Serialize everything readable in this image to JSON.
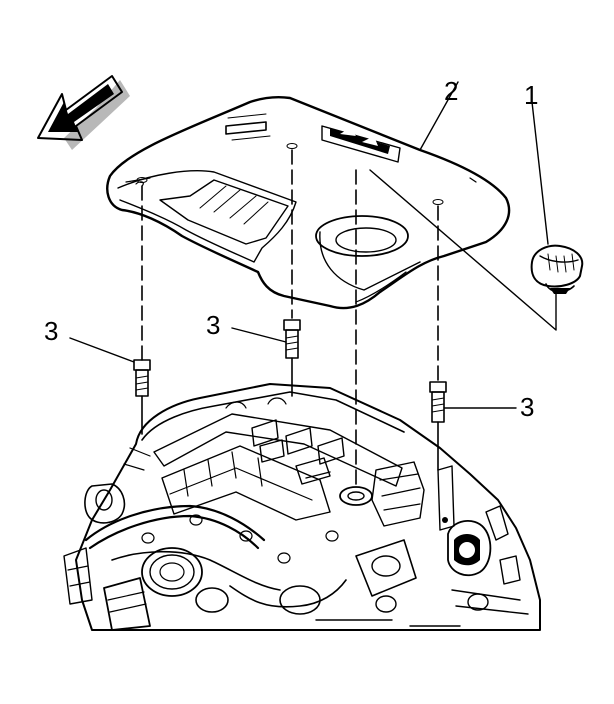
{
  "diagram": {
    "callouts": {
      "item1": "1",
      "item2": "2",
      "item3a": "3",
      "item3b": "3",
      "item3c": "3"
    },
    "parts": {
      "direction_arrow": "front-direction-arrow-icon",
      "engine_cover": "engine-cover",
      "oil_fill_cap": "oil-fill-cap",
      "cover_bolts": "cover-mounting-bolts",
      "engine": "engine-assembly"
    },
    "colors": {
      "line": "#000000",
      "background": "#ffffff",
      "arrow_shadow": "#b8b8b8"
    }
  }
}
